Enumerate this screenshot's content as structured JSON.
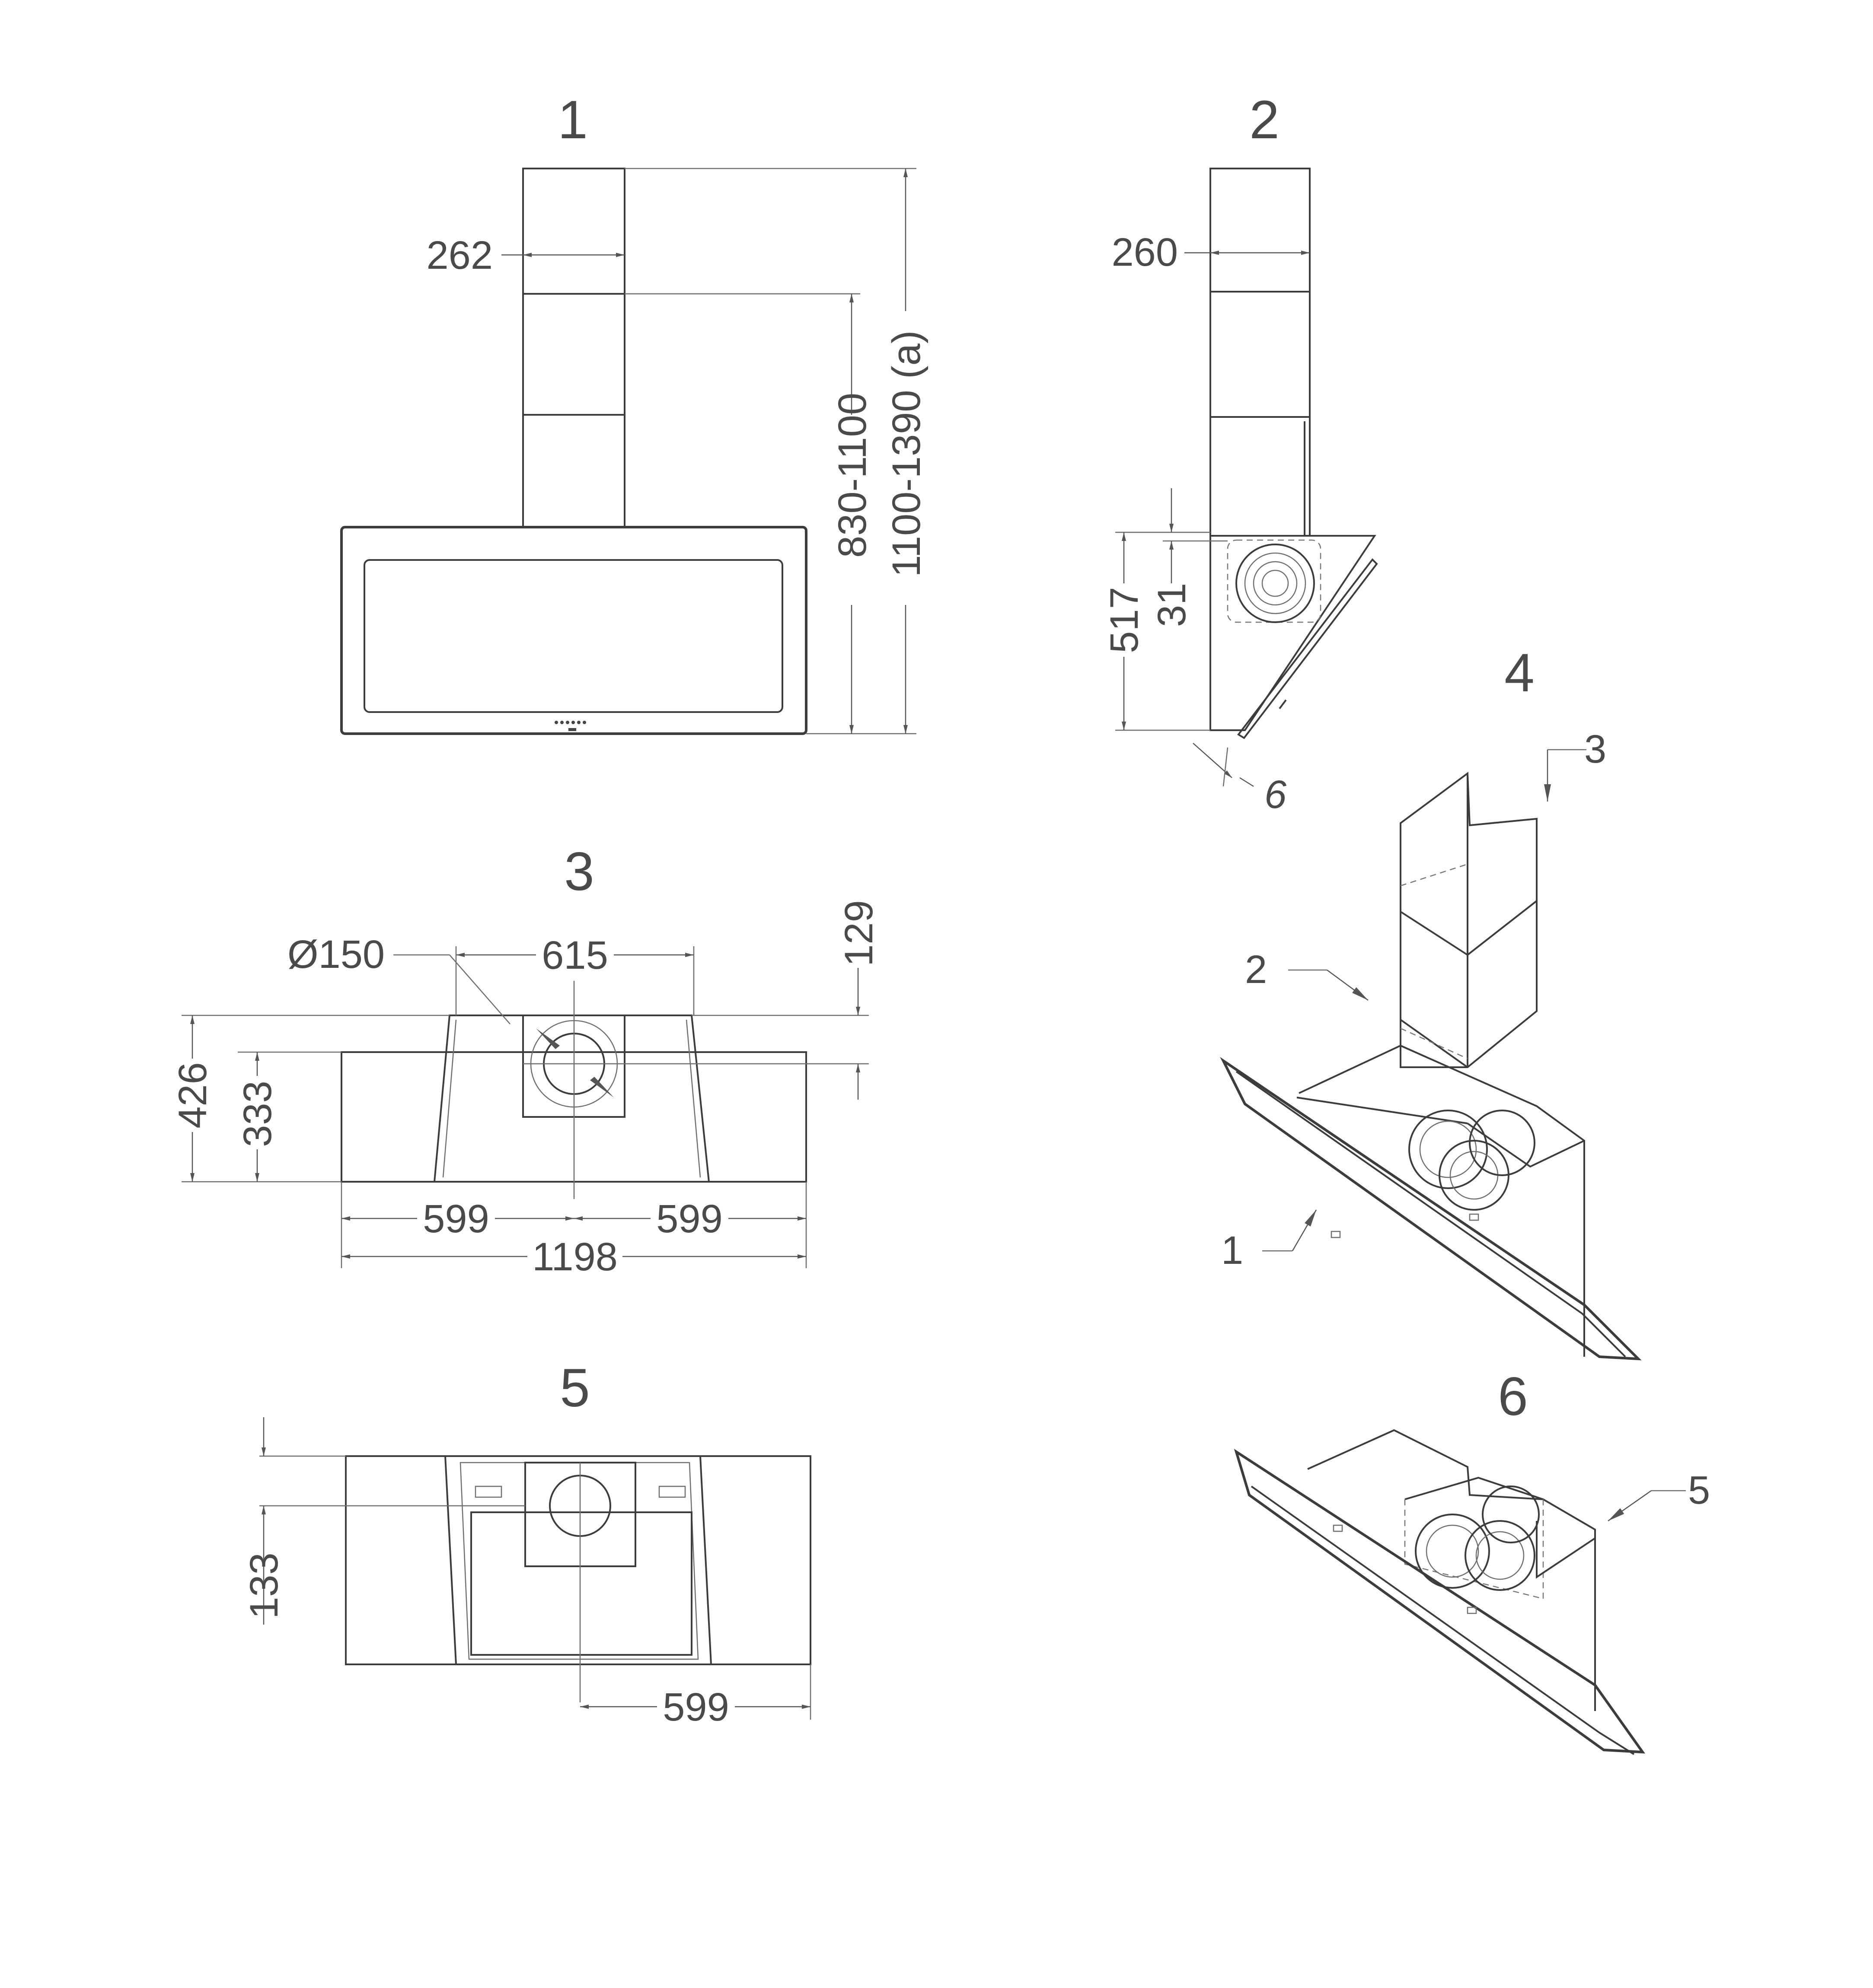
{
  "views": {
    "v1": {
      "number": "1",
      "chimney_width": "262",
      "height_range_1": "830-1100",
      "height_range_2": "1100-1390 (a)"
    },
    "v2": {
      "number": "2",
      "chimney_depth": "260",
      "dim_517": "517",
      "dim_31": "31",
      "dim_6": "6"
    },
    "v3": {
      "number": "3",
      "duct_diameter": "Ø150",
      "dim_615": "615",
      "dim_129": "129",
      "dim_426": "426",
      "dim_333": "333",
      "half_left": "599",
      "half_right": "599",
      "total_width": "1198"
    },
    "v4": {
      "number": "4",
      "callout_1": "1",
      "callout_2": "2",
      "callout_3": "3"
    },
    "v5": {
      "number": "5",
      "dim_133": "133",
      "dim_599": "599"
    },
    "v6": {
      "number": "6",
      "callout_5": "5"
    }
  }
}
